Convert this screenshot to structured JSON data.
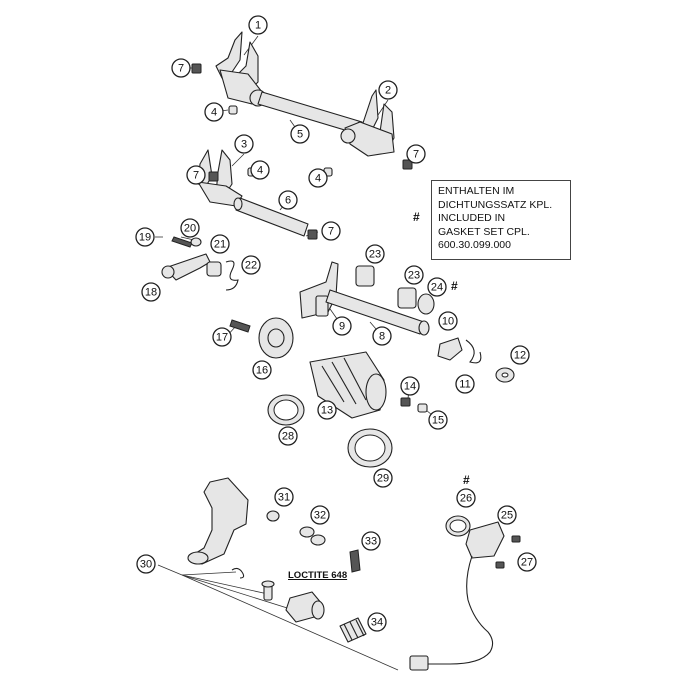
{
  "callouts": [
    {
      "label": "1"
    },
    {
      "label": "2"
    },
    {
      "label": "3"
    },
    {
      "label": "4"
    },
    {
      "label": "4"
    },
    {
      "label": "4"
    },
    {
      "label": "5"
    },
    {
      "label": "6"
    },
    {
      "label": "7"
    },
    {
      "label": "7"
    },
    {
      "label": "7"
    },
    {
      "label": "7"
    },
    {
      "label": "8"
    },
    {
      "label": "9"
    },
    {
      "label": "10"
    },
    {
      "label": "11"
    },
    {
      "label": "12"
    },
    {
      "label": "13"
    },
    {
      "label": "14"
    },
    {
      "label": "15"
    },
    {
      "label": "16"
    },
    {
      "label": "17"
    },
    {
      "label": "18"
    },
    {
      "label": "19"
    },
    {
      "label": "20"
    },
    {
      "label": "21"
    },
    {
      "label": "22"
    },
    {
      "label": "23"
    },
    {
      "label": "23"
    },
    {
      "label": "24"
    },
    {
      "label": "25"
    },
    {
      "label": "26"
    },
    {
      "label": "27"
    },
    {
      "label": "28"
    },
    {
      "label": "29"
    },
    {
      "label": "30"
    },
    {
      "label": "31"
    },
    {
      "label": "32"
    },
    {
      "label": "33"
    },
    {
      "label": "34"
    }
  ],
  "note": {
    "marker": "#",
    "lines": [
      "ENTHALTEN IM",
      "DICHTUNGSSATZ KPL.",
      "INCLUDED IN",
      "GASKET SET CPL.",
      "600.30.099.000"
    ]
  },
  "markers": {
    "hash_24": "#",
    "hash_26": "#"
  },
  "loctite": "LOCTITE 648"
}
